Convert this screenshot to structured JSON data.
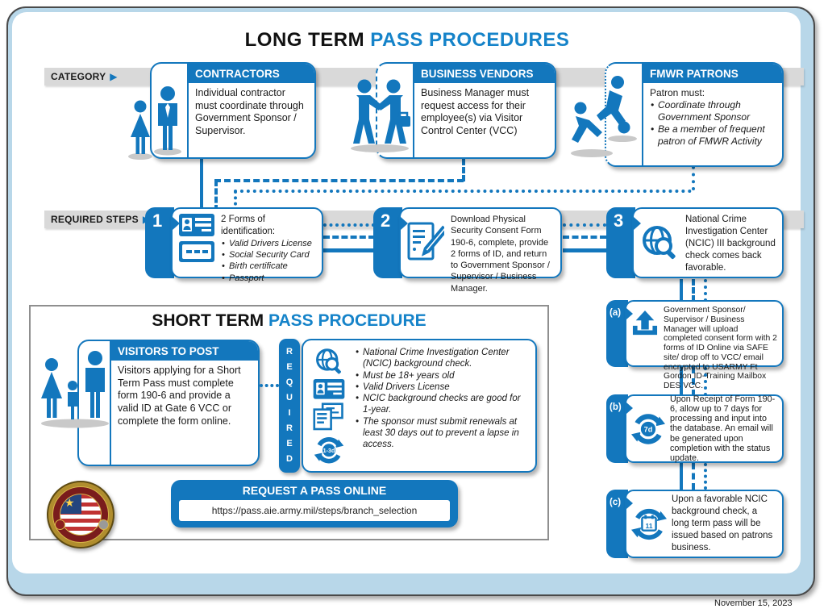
{
  "title": {
    "black": "LONG TERM",
    "blue": "PASS PROCEDURES"
  },
  "bands": {
    "category": "CATEGORY",
    "required_steps": "REQUIRED STEPS",
    "arrow": "▶"
  },
  "categories": [
    {
      "header": "CONTRACTORS",
      "body": "Individual contractor must coordinate through Government Sponsor / Supervisor."
    },
    {
      "header": "BUSINESS VENDORS",
      "body": "Business Manager must request access for their employee(s) via Visitor Control Center (VCC)"
    },
    {
      "header": "FMWR PATRONS",
      "intro": "Patron must:",
      "bullets": [
        "Coordinate through Government Sponsor",
        "Be a member of frequent patron of FMWR Activity"
      ]
    }
  ],
  "steps": [
    {
      "num": "1",
      "intro": "2 Forms of identification:",
      "bullets": [
        "Valid Drivers License",
        "Social Security Card",
        "Birth certificate",
        "Passport"
      ]
    },
    {
      "num": "2",
      "text": "Download Physical Security Consent Form 190-6, complete, provide 2 forms of ID, and return to Government Sponsor / Supervisor / Business Manager."
    },
    {
      "num": "3",
      "text": "National Crime Investigation Center (NCIC) III background check comes back favorable."
    }
  ],
  "short_term": {
    "title_black": "SHORT TERM",
    "title_blue": "PASS PROCEDURE",
    "visitors": {
      "header": "VISITORS TO POST",
      "body": "Visitors applying for a Short Term Pass must complete form 190-6 and provide a valid ID at Gate 6 VCC or complete the form online."
    },
    "required_vertical": "REQUIRED",
    "requirements": [
      "National Crime Investigation Center (NCIC) background check.",
      "Must be 18+ years old",
      "Valid Drivers License",
      "NCIC background checks are good for 1-year.",
      "The sponsor must submit renewals at least 30 days out to prevent a lapse in access."
    ],
    "renewal_badge": "1-3d",
    "request_online": {
      "header": "REQUEST A PASS ONLINE",
      "url": "https://pass.aie.army.mil/steps/branch_selection"
    }
  },
  "side_steps": [
    {
      "label": "(a)",
      "text": "Government Sponsor/ Supervisor / Business Manager will upload completed consent form with 2 forms of ID Online via SAFE site/ drop off to VCC/ email encrypted to USARMY Ft Gordon ID-Training Mailbox DES VCC."
    },
    {
      "label": "(b)",
      "badge": "7d",
      "text": "Upon Receipt of Form 190-6, allow up to 7 days for processing and input into the database. An email will be generated upon completion with the status update."
    },
    {
      "label": "(c)",
      "badge": "11",
      "text": "Upon a favorable NCIC background check, a long term pass will be issued based on patrons business."
    }
  ],
  "footer": {
    "date": "November 15, 2023"
  },
  "colors": {
    "primary_blue": "#1377BD",
    "frame_blue": "#B8D7E9",
    "band_gray": "#D9D9D9"
  }
}
